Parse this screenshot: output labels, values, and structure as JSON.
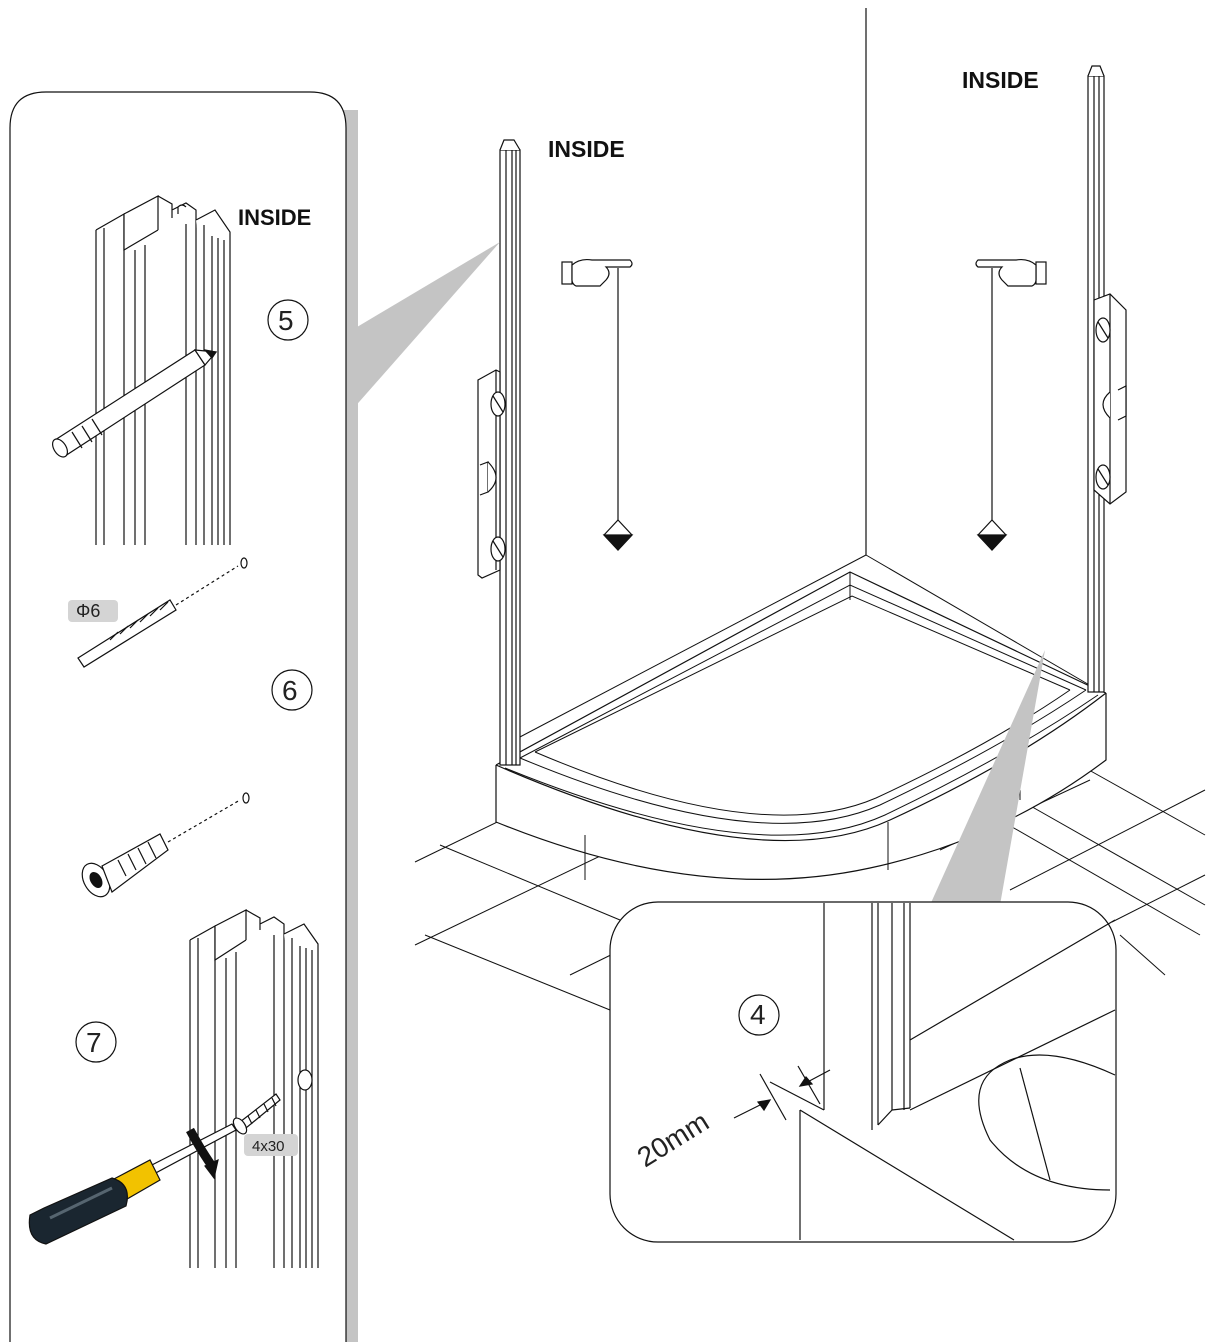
{
  "labels": {
    "inside_main_left": "INSIDE",
    "inside_main_right": "INSIDE",
    "inside_detail": "INSIDE"
  },
  "steps": {
    "s4": "4",
    "s5": "5",
    "s6": "6",
    "s7": "7"
  },
  "callouts": {
    "drill_bit": "Φ6",
    "screw": "4x30",
    "gap": "20mm"
  },
  "colors": {
    "line": "#111111",
    "panel_shadow": "#bdbdbd",
    "tag_fill": "#d4d4d4",
    "handle_yellow": "#f2c200",
    "handle_black": "#1a2630"
  }
}
